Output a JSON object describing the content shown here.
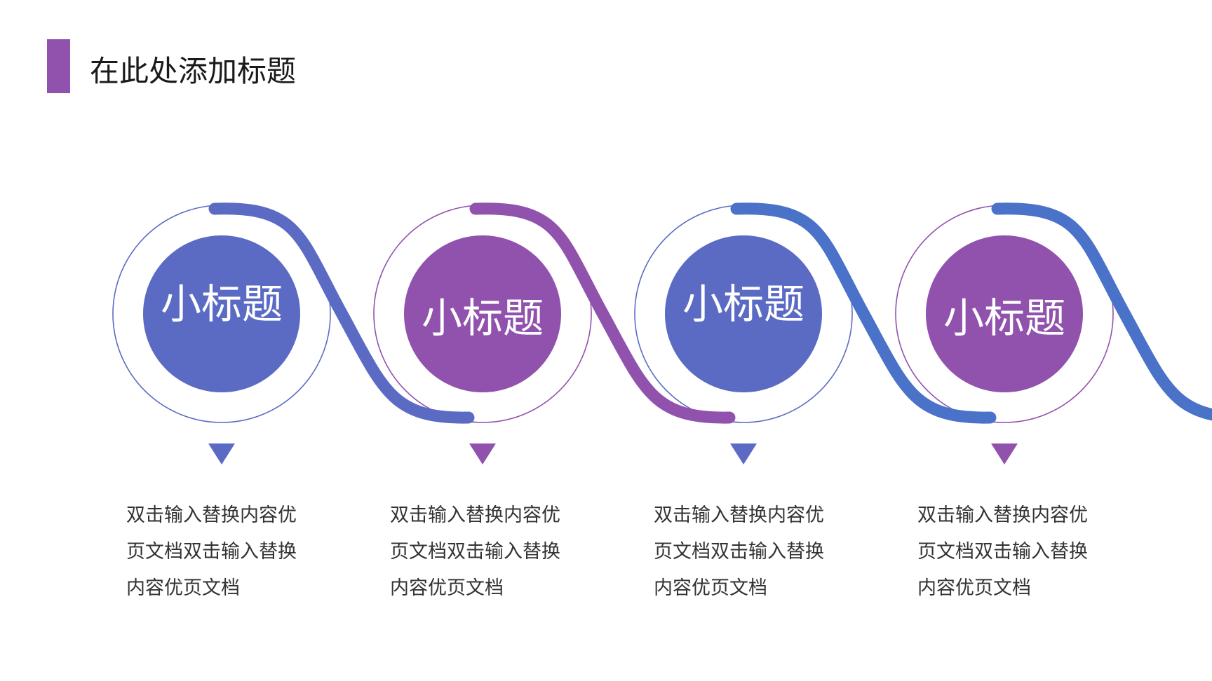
{
  "slide": {
    "title": "在此处添加标题",
    "accent_color": "#9152ad"
  },
  "steps": [
    {
      "label": "小标题",
      "color": "#5b6bc4",
      "desc": [
        "双击输入替换内容优",
        "页文档双击输入替换",
        "内容优页文档"
      ]
    },
    {
      "label": "小标题",
      "color": "#9152ad",
      "desc": [
        "双击输入替换内容优",
        "页文档双击输入替换",
        "内容优页文档"
      ]
    },
    {
      "label": "小标题",
      "color": "#5b6bc4",
      "desc": [
        "双击输入替换内容优",
        "页文档双击输入替换",
        "内容优页文档"
      ]
    },
    {
      "label": "小标题",
      "color": "#9152ad",
      "desc": [
        "双击输入替换内容优",
        "页文档双击输入替换",
        "内容优页文档"
      ]
    }
  ],
  "connector_colors": [
    "#5b6bc4",
    "#9152ad",
    "#4a72c8",
    "#4a72c8"
  ]
}
